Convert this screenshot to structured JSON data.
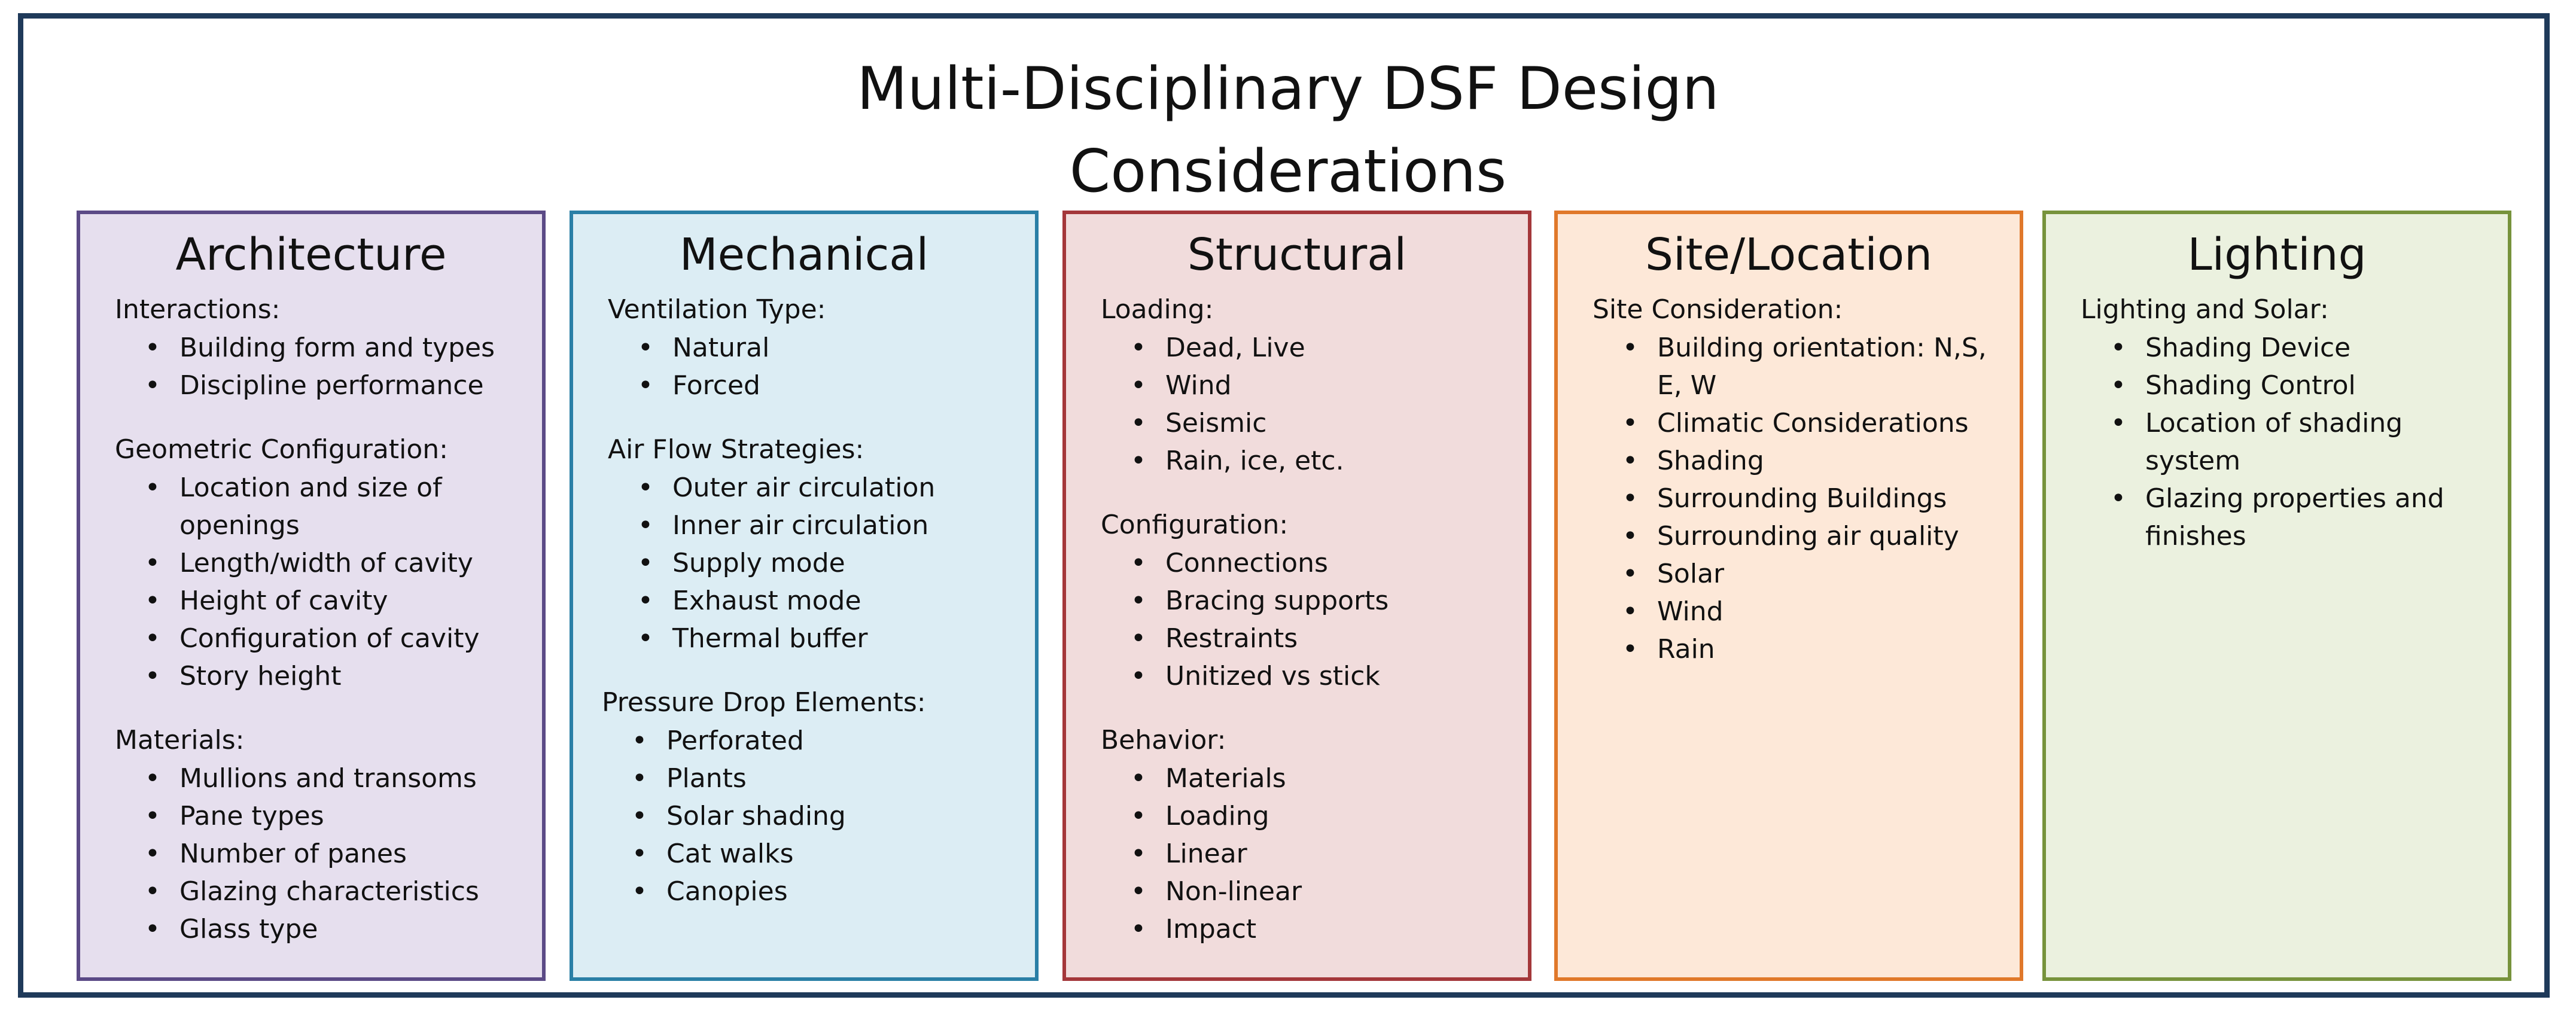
{
  "title_line1": "Multi-Disciplinary DSF Design",
  "title_line2": "Considerations",
  "panels": [
    {
      "heading": "Architecture",
      "border": "#5b4a86",
      "fill": "#e6dfee",
      "sections": [
        {
          "label": "Interactions:",
          "items": [
            "Building form and types",
            "Discipline performance"
          ]
        },
        {
          "label": "Geometric Configuration:",
          "items": [
            "Location and size of openings",
            "Length/width of cavity",
            "Height of cavity",
            "Configuration of cavity",
            "Story height"
          ]
        },
        {
          "label": "Materials:",
          "items": [
            "Mullions and transoms",
            "Pane types",
            "Number of panes",
            "Glazing characteristics",
            "Glass type"
          ]
        }
      ]
    },
    {
      "heading": "Mechanical",
      "border": "#2a7fa6",
      "fill": "#dcedf4",
      "sections": [
        {
          "label": "Ventilation Type:",
          "items": [
            "Natural",
            "Forced"
          ]
        },
        {
          "label": "Air Flow Strategies:",
          "items": [
            "Outer air circulation",
            "Inner air circulation",
            "Supply mode",
            "Exhaust mode",
            "Thermal buffer"
          ]
        },
        {
          "label": "Pressure Drop Elements:",
          "items": [
            "Perforated",
            "Plants",
            "Solar shading",
            "Cat walks",
            "Canopies"
          ]
        }
      ]
    },
    {
      "heading": "Structural",
      "border": "#a4373a",
      "fill": "#f1dcdc",
      "sections": [
        {
          "label": "Loading:",
          "items": [
            "Dead, Live",
            "Wind",
            "Seismic",
            "Rain, ice, etc."
          ]
        },
        {
          "label": "Configuration:",
          "items": [
            "Connections",
            "Bracing supports",
            "Restraints",
            "Unitized vs stick"
          ]
        },
        {
          "label": "Behavior:",
          "items": [
            "Materials",
            "Loading",
            "Linear",
            "Non-linear",
            "Impact"
          ]
        }
      ]
    },
    {
      "heading": "Site/Location",
      "border": "#e0782a",
      "fill": "#fde8d8",
      "sections": [
        {
          "label": "Site Consideration:",
          "items": [
            "Building orientation: N,S, E, W",
            "Climatic Considerations",
            "Shading",
            "Surrounding Buildings",
            "Surrounding air quality",
            "Solar",
            "Wind",
            "Rain"
          ]
        }
      ]
    },
    {
      "heading": "Lighting",
      "border": "#77933c",
      "fill": "#ebf1df",
      "sections": [
        {
          "label": "Lighting and Solar:",
          "items": [
            "Shading Device",
            "Shading Control",
            "Location of shading system",
            "Glazing properties and finishes"
          ]
        }
      ]
    }
  ]
}
